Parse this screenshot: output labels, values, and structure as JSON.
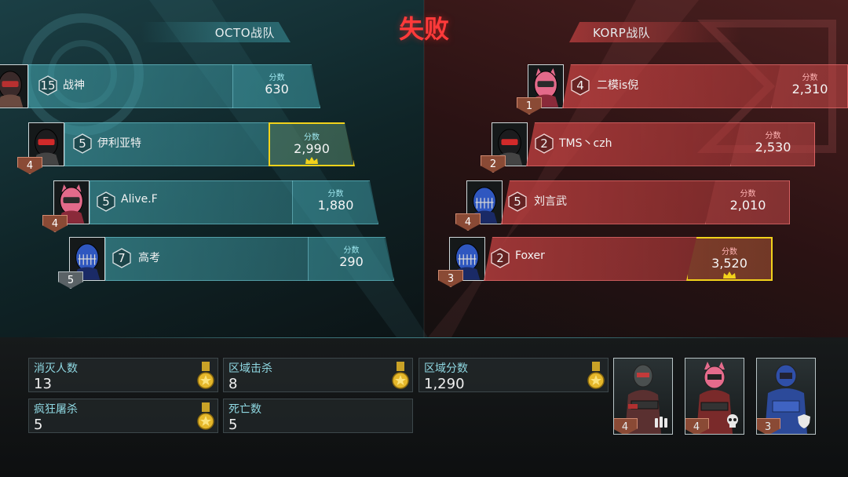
{
  "result": "失败",
  "teams": {
    "octo": {
      "name": "OCTO战队",
      "players": [
        {
          "level": "15",
          "name": "战神",
          "score_label": "分数",
          "score": "630",
          "mvp": false,
          "rank": "",
          "helmet": "dark-red"
        },
        {
          "level": "5",
          "name": "伊利亚特",
          "score_label": "分数",
          "score": "2,990",
          "mvp": true,
          "rank": "4",
          "helmet": "black"
        },
        {
          "level": "5",
          "name": "Alive.F",
          "score_label": "分数",
          "score": "1,880",
          "mvp": false,
          "rank": "4",
          "helmet": "pink"
        },
        {
          "level": "7",
          "name": "高考",
          "score_label": "分数",
          "score": "290",
          "mvp": false,
          "rank": "5",
          "helmet": "blue"
        }
      ]
    },
    "korp": {
      "name": "KORP战队",
      "players": [
        {
          "level": "4",
          "name": "二模is倪",
          "score_label": "分数",
          "score": "2,310",
          "mvp": false,
          "rank": "1",
          "helmet": "pink"
        },
        {
          "level": "2",
          "name": "TMS丶czh",
          "score_label": "分数",
          "score": "2,530",
          "mvp": false,
          "rank": "2",
          "helmet": "black"
        },
        {
          "level": "5",
          "name": "刘言武",
          "score_label": "分数",
          "score": "2,010",
          "mvp": false,
          "rank": "4",
          "helmet": "blue"
        },
        {
          "level": "2",
          "name": "Foxer",
          "score_label": "分数",
          "score": "3,520",
          "mvp": true,
          "rank": "3",
          "helmet": "blue"
        }
      ]
    }
  },
  "stats": {
    "eliminations": {
      "label": "消灭人数",
      "value": "13"
    },
    "zone_kills": {
      "label": "区域击杀",
      "value": "8"
    },
    "zone_score": {
      "label": "区域分数",
      "value": "1,290"
    },
    "rampage": {
      "label": "疯狂屠杀",
      "value": "5"
    },
    "deaths": {
      "label": "死亡数",
      "value": "5"
    }
  },
  "loadouts": [
    {
      "level": "4",
      "icon": "ammo-icon"
    },
    {
      "level": "4",
      "icon": "skull-icon"
    },
    {
      "level": "3",
      "icon": "shield-icon"
    }
  ],
  "colors": {
    "octo": "#3fa9b5",
    "korp": "#d34848",
    "defeat": "#ff3a3a",
    "mvp": "#f2d21b"
  }
}
